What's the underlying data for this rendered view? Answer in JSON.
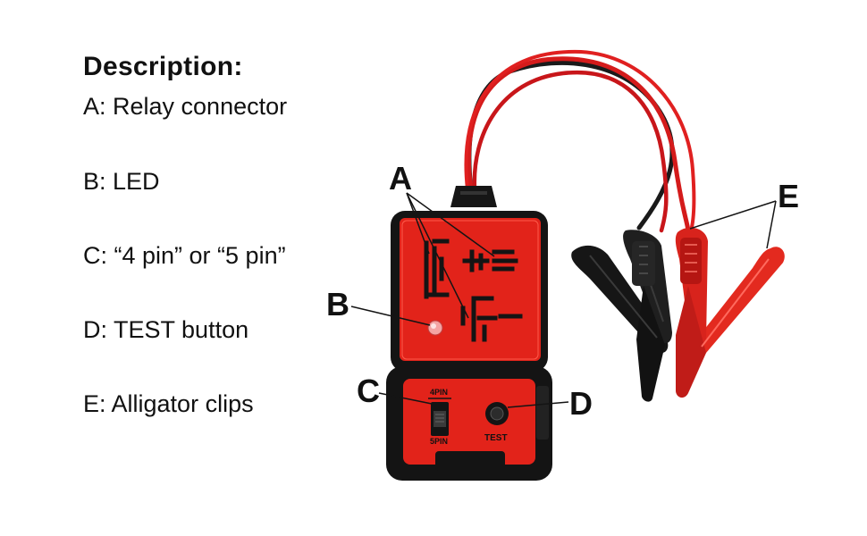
{
  "description": {
    "title": "Description:",
    "items": [
      {
        "letter": "A",
        "text": "A: Relay connector"
      },
      {
        "letter": "B",
        "text": "B: LED"
      },
      {
        "letter": "C",
        "text": "C: “4 pin” or “5 pin”"
      },
      {
        "letter": "D",
        "text": "D: TEST button"
      },
      {
        "letter": "E",
        "text": "E: Alligator clips"
      }
    ]
  },
  "callouts": {
    "a": "A",
    "b": "B",
    "c": "C",
    "d": "D",
    "e": "E"
  },
  "device": {
    "switch_top_label": "4PIN",
    "switch_bottom_label": "5PIN",
    "test_label": "TEST"
  },
  "colors": {
    "device_red": "#e2231a",
    "device_black": "#141414",
    "cable_red": "#d41b1b",
    "led_pink": "#f4a3a3"
  }
}
